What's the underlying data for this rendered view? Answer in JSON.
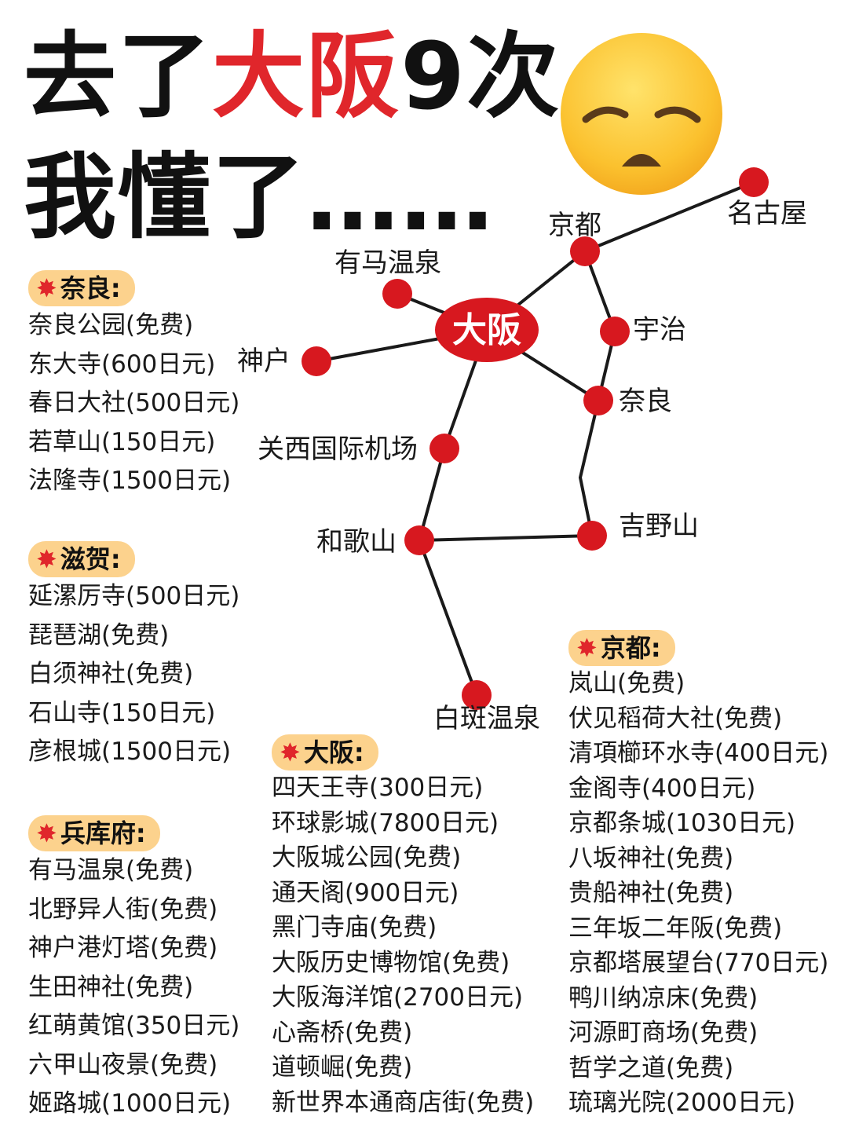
{
  "title": {
    "line1_prefix": "去了",
    "line1_highlight": "大阪",
    "line1_suffix": "9次",
    "line2": "我懂了……"
  },
  "emoji_icon": "disappointed-face-icon",
  "colors": {
    "accent_red": "#e0262b",
    "tag_bg": "#fcd28d",
    "text": "#1a1a1a"
  },
  "map": {
    "center": "大阪",
    "nodes": [
      "名古屋",
      "京都",
      "有马温泉",
      "宇治",
      "神户",
      "奈良",
      "关西国际机场",
      "吉野山",
      "和歌山",
      "白斑温泉"
    ]
  },
  "sections": {
    "nara": {
      "label": "奈良:",
      "items": [
        "奈良公园(免费)",
        "东大寺(600日元)",
        "春日大社(500日元)",
        "若草山(150日元)",
        "法隆寺(1500日元)"
      ]
    },
    "shiga": {
      "label": "滋贺:",
      "items": [
        "延漯厉寺(500日元)",
        "琵琶湖(免费)",
        "白须神社(免费)",
        "石山寺(150日元)",
        "彦根城(1500日元)"
      ]
    },
    "hyogo": {
      "label": "兵库府:",
      "items": [
        "有马温泉(免费)",
        "北野异人街(免费)",
        "神户港灯塔(免费)",
        "生田神社(免费)",
        "红萌黄馆(350日元)",
        "六甲山夜景(免费)",
        "姬路城(1000日元)"
      ]
    },
    "osaka": {
      "label": "大阪:",
      "items": [
        "四天王寺(300日元)",
        "环球影城(7800日元)",
        "大阪城公园(免费)",
        "通天阁(900日元)",
        "黑门寺庙(免费)",
        "大阪历史博物馆(免费)",
        "大阪海洋馆(2700日元)",
        "心斋桥(免费)",
        "道顿崛(免费)",
        "新世界本通商店街(免费)"
      ]
    },
    "kyoto": {
      "label": "京都:",
      "items": [
        "岚山(免费)",
        "伏见稻荷大社(免费)",
        "清項櫛环水寺(400日元)",
        "金阁寺(400日元)",
        "京都条城(1030日元)",
        "八坂神社(免费)",
        "贵船神社(免费)",
        "三年坂二年阪(免费)",
        "京都塔展望台(770日元)",
        "鸭川纳凉床(免费)",
        "河源町商场(免费)",
        "哲学之道(免费)",
        "琉璃光院(2000日元)"
      ]
    }
  }
}
